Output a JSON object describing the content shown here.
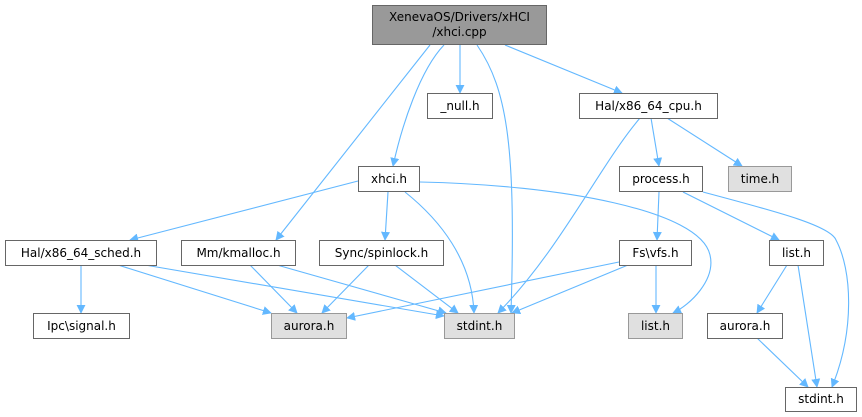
{
  "graph": {
    "root": {
      "line1": "XenevaOS/Drivers/xHCI",
      "line2": "/xhci.cpp"
    },
    "nodes": {
      "null_h": "_null.h",
      "cpu_h": "Hal/x86_64_cpu.h",
      "xhci_h": "xhci.h",
      "process_h": "process.h",
      "time_h": "time.h",
      "sched_h": "Hal/x86_64_sched.h",
      "kmalloc_h": "Mm/kmalloc.h",
      "spinlock_h": "Sync/spinlock.h",
      "vfs_h": "Fs\\vfs.h",
      "list_h": "list.h",
      "signal_h": "Ipc\\signal.h",
      "aurora_ext": "aurora.h",
      "stdint_ext": "stdint.h",
      "list_ext": "list.h",
      "aurora_h": "aurora.h",
      "stdint_h": "stdint.h"
    },
    "colors": {
      "edge": "#63b8ff",
      "root_fill": "#999999",
      "external_fill": "#e0e0e0"
    }
  }
}
